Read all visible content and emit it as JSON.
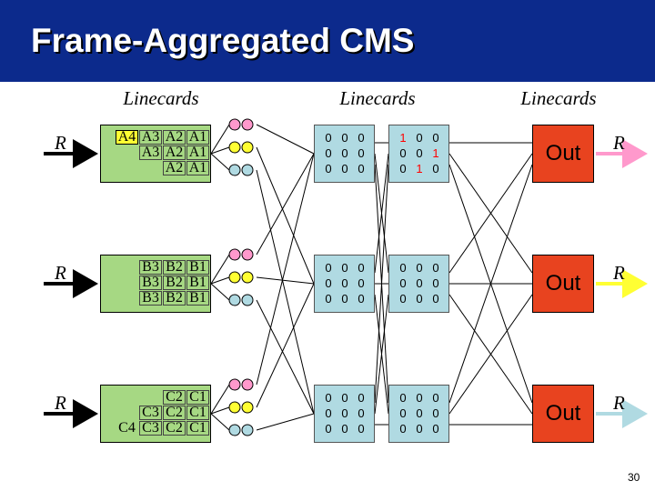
{
  "title": "Frame-Aggregated CMS",
  "column_labels": [
    "Linecards",
    "Linecards",
    "Linecards"
  ],
  "input_label": "R",
  "output_label": "R",
  "input_linecards": [
    {
      "rows": [
        [
          "A4",
          "A3",
          "A2",
          "A1"
        ],
        [
          "A3",
          "A2",
          "A1"
        ],
        [
          "A2",
          "A1"
        ]
      ]
    },
    {
      "rows": [
        [
          "B3",
          "B2",
          "B1"
        ],
        [
          "B3",
          "B2",
          "B1"
        ],
        [
          "B3",
          "B2",
          "B1"
        ]
      ]
    },
    {
      "rows": [
        [
          "C2",
          "C1"
        ],
        [
          "C3",
          "C2",
          "C1"
        ],
        [
          "C4",
          "C3",
          "C2",
          "C1"
        ]
      ]
    }
  ],
  "middle_matrices": [
    [
      [
        [
          "0",
          "0",
          "0"
        ],
        [
          "0",
          "0",
          "0"
        ],
        [
          "0",
          "0",
          "0"
        ]
      ],
      [
        [
          "1",
          "0",
          "0"
        ],
        [
          "0",
          "0",
          "1"
        ],
        [
          "0",
          "1",
          "0"
        ]
      ]
    ],
    [
      [
        [
          "0",
          "0",
          "0"
        ],
        [
          "0",
          "0",
          "0"
        ],
        [
          "0",
          "0",
          "0"
        ]
      ],
      [
        [
          "0",
          "0",
          "0"
        ],
        [
          "0",
          "0",
          "0"
        ],
        [
          "0",
          "0",
          "0"
        ]
      ]
    ],
    [
      [
        [
          "0",
          "0",
          "0"
        ],
        [
          "0",
          "0",
          "0"
        ],
        [
          "0",
          "0",
          "0"
        ]
      ],
      [
        [
          "0",
          "0",
          "0"
        ],
        [
          "0",
          "0",
          "0"
        ],
        [
          "0",
          "0",
          "0"
        ]
      ]
    ]
  ],
  "output_linecards": [
    "Out",
    "Out",
    "Out"
  ],
  "colors": {
    "title_bar": "#0c2a8c",
    "linecard_green": "#a6d883",
    "matrix_blue": "#b0dae2",
    "out_red": "#e8431f",
    "highlight_red": "#ff0000",
    "output_arrows": [
      "#ff99cc",
      "#ffff33",
      "#b0dae2"
    ],
    "queue_circles": [
      "#ff99cc",
      "#ffff33",
      "#b0dae2"
    ]
  },
  "page_number": "30"
}
